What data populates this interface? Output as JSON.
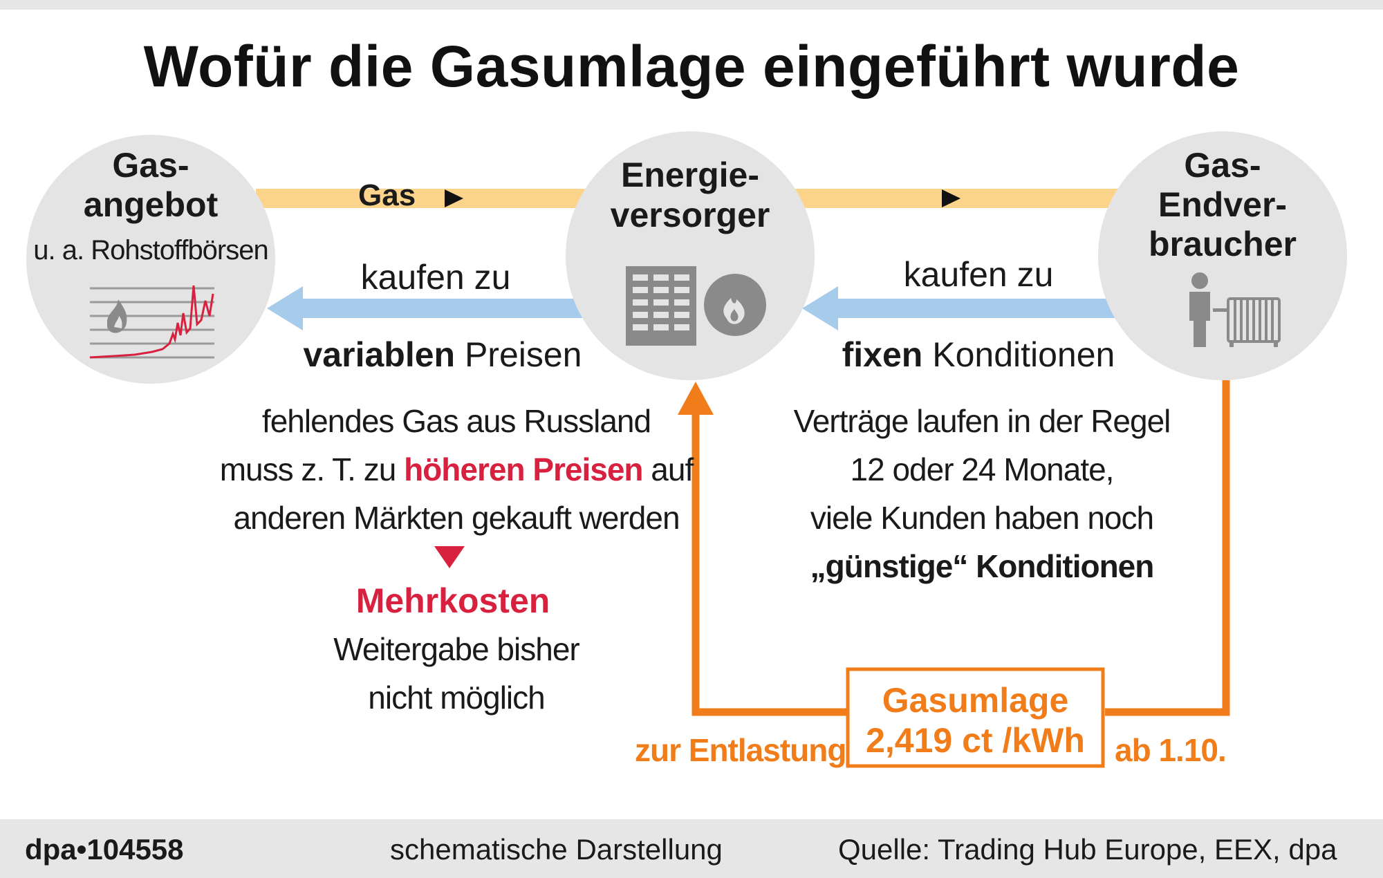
{
  "title": "Wofür die Gasumlage eingeführt wurde",
  "nodes": {
    "supply": {
      "title_line1": "Gas-",
      "title_line2": "angebot",
      "subtitle": "u. a. Rohstoffbörsen"
    },
    "supplier": {
      "title_line1": "Energie-",
      "title_line2": "versorger"
    },
    "consumer": {
      "title_line1": "Gas-",
      "title_line2": "Endver-",
      "title_line3": "braucher"
    }
  },
  "flows": {
    "gas_label": "Gas",
    "left_buy": {
      "line1": "kaufen zu",
      "bold": "variablen",
      "rest": " Preisen"
    },
    "right_buy": {
      "line1": "kaufen zu",
      "bold": "fixen",
      "rest": " Konditionen"
    }
  },
  "left_explanation": {
    "line1": "fehlendes Gas aus Russland",
    "line2_pre": "muss z. T. zu ",
    "line2_highlight": "höheren Preisen",
    "line2_post": " auf",
    "line3": "anderen Märkten gekauft werden",
    "consequence": "Mehrkosten",
    "note_line1": "Weitergabe bisher",
    "note_line2": "nicht möglich"
  },
  "right_explanation": {
    "line1": "Verträge laufen in der Regel",
    "line2": "12 oder 24 Monate,",
    "line3": "viele Kunden haben noch",
    "line4": "„günstige“ Konditionen"
  },
  "levy": {
    "title": "Gasumlage",
    "value": "2,419 ct /kWh",
    "relief_label": "zur Entlastung",
    "start_label": "ab 1.10."
  },
  "footer": {
    "id": "dpa•104558",
    "note": "schematische Darstellung",
    "source": "Quelle: Trading Hub Europe, EEX, dpa"
  },
  "colors": {
    "gas_arrow": "#fbd38a",
    "payment_arrow": "#a7cbea",
    "levy_orange": "#f07d1a",
    "highlight_red": "#d8213f",
    "circle_gray": "#e4e4e4",
    "icon_gray": "#8a8a8a"
  }
}
